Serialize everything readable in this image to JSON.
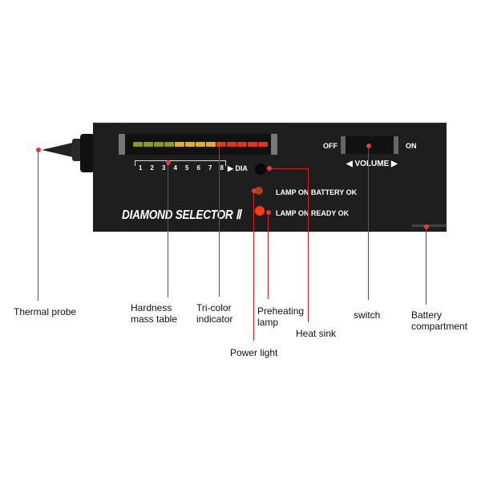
{
  "device": {
    "brand_label": "DIAMOND SELECTOR Ⅱ",
    "scale_numbers": [
      "1",
      "2",
      "3",
      "4",
      "5",
      "6",
      "7",
      "8"
    ],
    "scale_end": "▶ DIA",
    "switch_off": "OFF",
    "switch_on": "ON",
    "volume": "◀ VOLUME ▶",
    "lamp_battery": "LAMP ON BATTERY OK",
    "lamp_ready": "LAMP ON READY OK",
    "indicator_colors": [
      "#8a9a1a",
      "#e0b020",
      "#e53020"
    ]
  },
  "callouts": {
    "thermal_probe": "Thermal probe",
    "hardness": "Hardness mass table",
    "tricolor": "Tri-color indicator",
    "preheating": "Preheating lamp",
    "heat_sink": "Heat sink",
    "power_light": "Power light",
    "switch": "switch",
    "battery": "Battery compartment"
  },
  "leader_color": "#c62828"
}
